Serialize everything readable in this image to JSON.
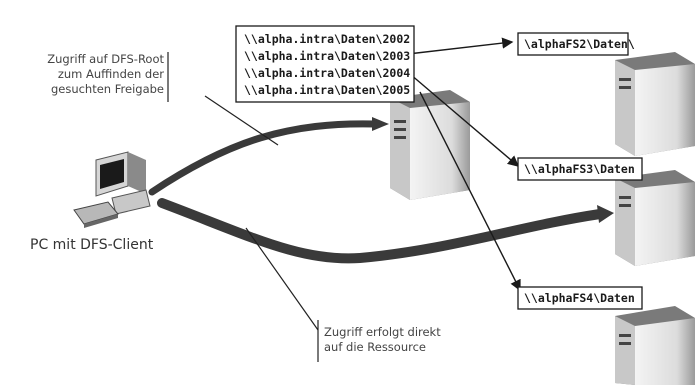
{
  "callouts": {
    "dfs_root": {
      "line1": "Zugriff auf DFS-Root",
      "line2": "zum Auffinden der",
      "line3": "gesuchten Freigabe"
    },
    "direct": {
      "line1": "Zugriff erfolgt direkt",
      "line2": "auf die Ressource"
    }
  },
  "client": {
    "label": "PC mit DFS-Client"
  },
  "dfs_root_server": {
    "links": [
      "\\\\alpha.intra\\Daten\\2002",
      "\\\\alpha.intra\\Daten\\2003",
      "\\\\alpha.intra\\Daten\\2004",
      "\\\\alpha.intra\\Daten\\2005"
    ]
  },
  "file_servers": [
    {
      "path": "\\alphaFS2\\Daten\\"
    },
    {
      "path": "\\\\alphaFS3\\Daten"
    },
    {
      "path": "\\\\alphaFS4\\Daten"
    }
  ]
}
